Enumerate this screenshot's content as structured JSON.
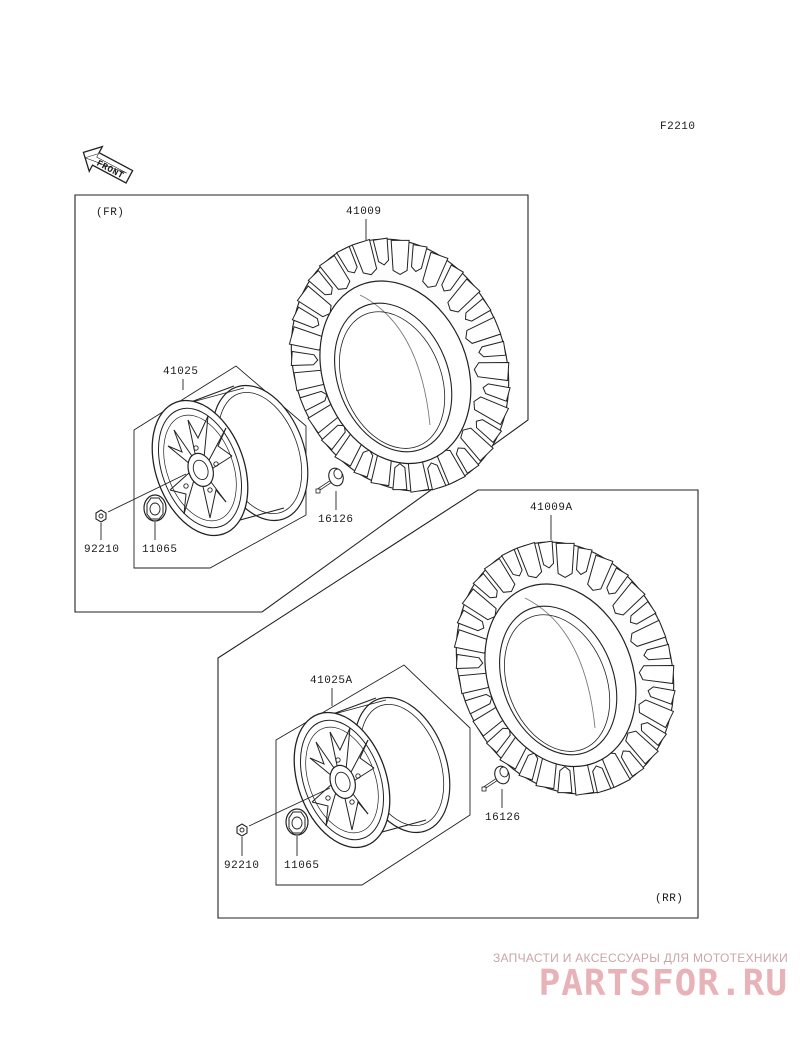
{
  "figure_code": "F2210",
  "direction_label": "FRONT",
  "sections": {
    "front": {
      "label": "(FR)",
      "parts": {
        "tire": "41009",
        "wheel": "41025",
        "valve": "16126",
        "nut": "92210",
        "cap": "11065"
      }
    },
    "rear": {
      "label": "(RR)",
      "parts": {
        "tire": "41009A",
        "wheel": "41025A",
        "valve": "16126",
        "nut": "92210",
        "cap": "11065"
      }
    }
  },
  "watermark": {
    "tagline": "ЗАПЧАСТИ И АКСЕССУАРЫ ДЛЯ МОТОТЕХНИКИ",
    "logo": "PARTSFOR.RU"
  },
  "colors": {
    "line": "#222222",
    "watermark": "#e8b3b8"
  }
}
